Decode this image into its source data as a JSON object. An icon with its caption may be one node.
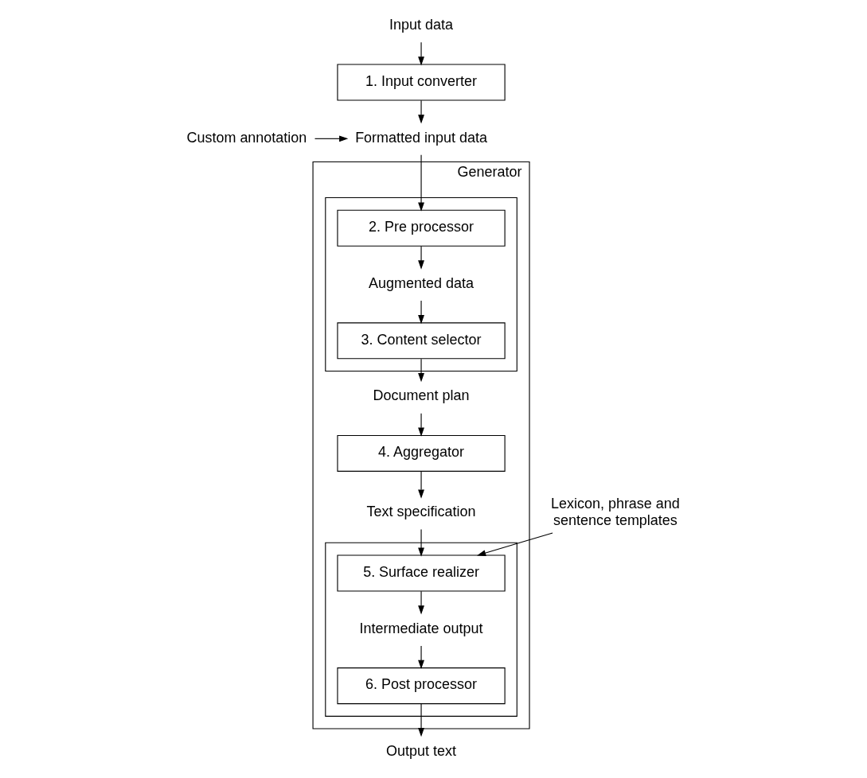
{
  "diagram": {
    "nodes": [
      {
        "text": [
          "Input data"
        ]
      },
      {
        "text": [
          "1. Input converter"
        ]
      },
      {
        "text": [
          "Formatted input data"
        ]
      },
      {
        "text": [
          "Custom annotation"
        ]
      },
      {
        "text": [
          "Lexicon, phrase and sentence templates"
        ]
      },
      {
        "text": [
          "Generator"
        ]
      },
      {
        "text": [],
        "shape": "box",
        "in": 5
      },
      {
        "text": [
          "2. Pre processor"
        ],
        "in": 6
      },
      {
        "text": [
          "Augmented data"
        ],
        "in": 6
      },
      {
        "text": [
          "3. Content selector"
        ],
        "in": 6
      },
      {
        "text": [
          "Text specification"
        ],
        "in": 5
      },
      {
        "text": [],
        "shape": "box",
        "in": 5
      },
      {
        "text": [
          "5. Surface realizer"
        ],
        "in": 11
      },
      {
        "text": [
          "Intermediate output"
        ],
        "in": 11
      },
      {
        "text": [
          "6. Post processor"
        ],
        "in": 11
      },
      {
        "text": [
          "Document plan"
        ],
        "in": 5
      },
      {
        "text": [
          "4. Aggregator"
        ],
        "in": 5
      },
      {
        "text": [
          "Output text"
        ]
      }
    ],
    "edges": [
      {
        "from": 0,
        "to": 1,
        "arrow": "to"
      },
      {
        "from": 1,
        "to": 2,
        "arrow": "to"
      },
      {
        "from": 3,
        "to": 2,
        "arrow": "to"
      },
      {
        "from": 2,
        "to": 7,
        "arrow": "to"
      },
      {
        "from": 7,
        "to": 8,
        "arrow": "to"
      },
      {
        "from": 8,
        "to": 9,
        "arrow": "to"
      },
      {
        "from": 9,
        "to": 15,
        "arrow": "to"
      },
      {
        "from": 15,
        "to": 16,
        "arrow": "to"
      },
      {
        "from": 16,
        "to": 10,
        "arrow": "to"
      },
      {
        "from": 10,
        "to": 12,
        "arrow": "to"
      },
      {
        "from": 4,
        "to": 12,
        "arrow": "to"
      },
      {
        "from": 12,
        "to": 13,
        "arrow": "to"
      },
      {
        "from": 13,
        "to": 14,
        "arrow": "to"
      },
      {
        "from": 14,
        "to": 17,
        "arrow": "to"
      }
    ]
  }
}
